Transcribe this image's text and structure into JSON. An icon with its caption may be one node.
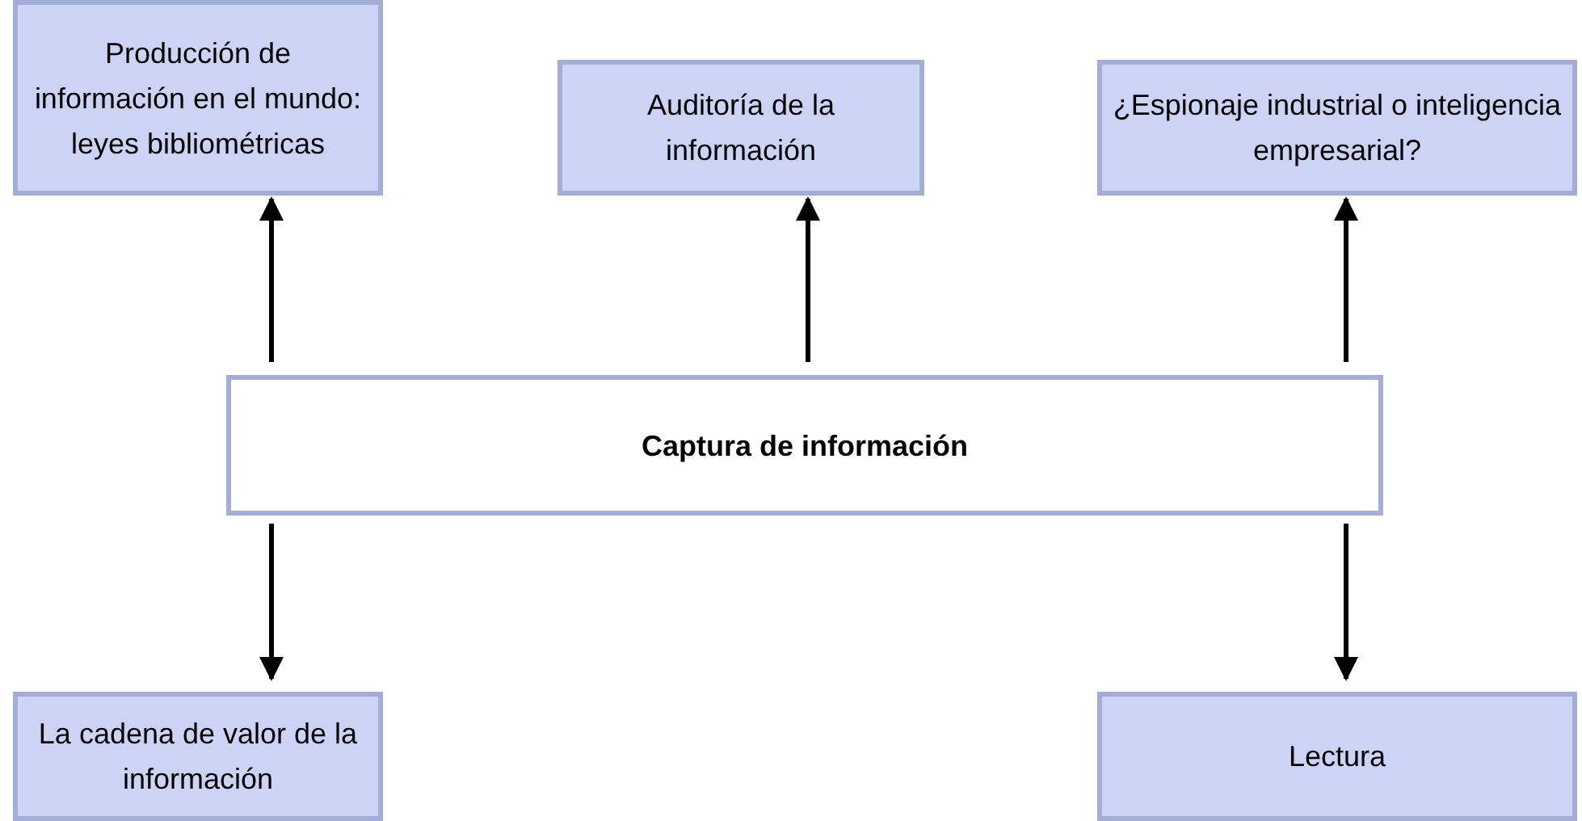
{
  "diagram": {
    "nodes": [
      {
        "text": [
          "Producción de información en el mundo: leyes bibliométricas"
        ]
      },
      {
        "text": [
          "Auditoría de la información"
        ]
      },
      {
        "text": [
          "¿Espionaje industrial o inteligencia empresarial?"
        ]
      },
      {
        "text": [
          "Captura de información"
        ]
      },
      {
        "text": [
          "La cadena de valor de la información"
        ]
      },
      {
        "text": [
          "Lectura"
        ]
      }
    ],
    "edges": [
      {
        "from": 3,
        "to": 0,
        "arrow": "to"
      },
      {
        "from": 3,
        "to": 1,
        "arrow": "to"
      },
      {
        "from": 3,
        "to": 2,
        "arrow": "to"
      },
      {
        "from": 3,
        "to": 4,
        "arrow": "to"
      },
      {
        "from": 3,
        "to": 5,
        "arrow": "to"
      }
    ]
  }
}
